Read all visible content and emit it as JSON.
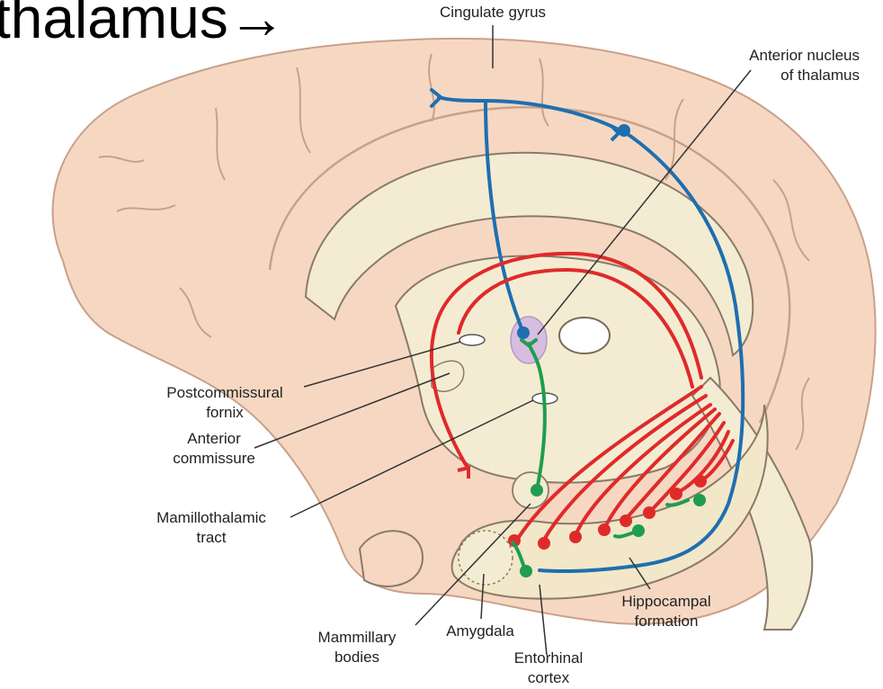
{
  "slide": {
    "title": "thalamus→"
  },
  "labels": {
    "cingulate_gyrus": "Cingulate gyrus",
    "anterior_nucleus_l1": "Anterior nucleus",
    "anterior_nucleus_l2": "of thalamus",
    "postcommissural_fornix_l1": "Postcommissural",
    "postcommissural_fornix_l2": "fornix",
    "anterior_commissure_l1": "Anterior",
    "anterior_commissure_l2": "commissure",
    "mamillothalamic_tract_l1": "Mamillothalamic",
    "mamillothalamic_tract_l2": "tract",
    "hippocampal_formation_l1": "Hippocampal",
    "hippocampal_formation_l2": "formation",
    "mammillary_bodies_l1": "Mammillary",
    "mammillary_bodies_l2": "bodies",
    "amygdala": "Amygdala",
    "entorhinal_cortex_l1": "Entorhinal",
    "entorhinal_cortex_l2": "cortex"
  },
  "colors": {
    "brain_fill": "#f6d8c2",
    "gyrus_line": "#c9a08a",
    "pathway_blue": "#1d6fb0",
    "pathway_red": "#e02a2a",
    "pathway_green": "#1e9e4e",
    "thalamus_highlight": "#d7bde0",
    "structure_fill": "#f4ecd2"
  }
}
